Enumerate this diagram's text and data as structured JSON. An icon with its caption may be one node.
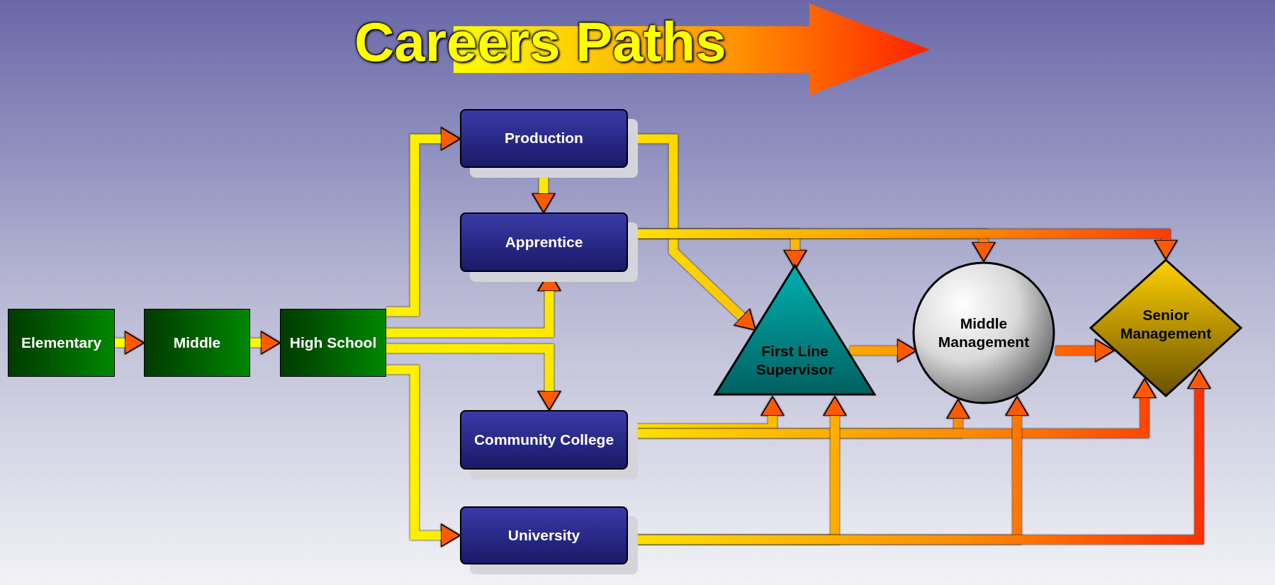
{
  "diagram": {
    "title": "Careers Paths",
    "nodes": [
      {
        "text": [
          "Elementary"
        ]
      },
      {
        "text": [
          "Middle"
        ]
      },
      {
        "text": [
          "High School"
        ]
      },
      {
        "text": [
          "Production"
        ]
      },
      {
        "text": [
          "Apprentice"
        ]
      },
      {
        "text": [
          "Community College"
        ]
      },
      {
        "text": [
          "University"
        ]
      },
      {
        "text": [
          "First Line Supervisor"
        ]
      },
      {
        "text": [
          "Middle Management"
        ]
      },
      {
        "text": [
          "Senior Management"
        ]
      }
    ],
    "edges": [
      {
        "from": 0,
        "to": 1,
        "arrow": "to"
      },
      {
        "from": 1,
        "to": 2,
        "arrow": "to"
      },
      {
        "from": 2,
        "to": 3,
        "arrow": "to"
      },
      {
        "from": 2,
        "to": 4,
        "arrow": "to"
      },
      {
        "from": 2,
        "to": 5,
        "arrow": "to"
      },
      {
        "from": 2,
        "to": 6,
        "arrow": "to"
      },
      {
        "from": 3,
        "to": 4,
        "arrow": "to"
      },
      {
        "from": 3,
        "to": 7,
        "arrow": "to"
      },
      {
        "from": 4,
        "to": 7,
        "arrow": "to"
      },
      {
        "from": 4,
        "to": 8,
        "arrow": "to"
      },
      {
        "from": 4,
        "to": 9,
        "arrow": "to"
      },
      {
        "from": 5,
        "to": 7,
        "arrow": "to"
      },
      {
        "from": 5,
        "to": 8,
        "arrow": "to"
      },
      {
        "from": 5,
        "to": 9,
        "arrow": "to"
      },
      {
        "from": 6,
        "to": 7,
        "arrow": "to"
      },
      {
        "from": 6,
        "to": 8,
        "arrow": "to"
      },
      {
        "from": 6,
        "to": 9,
        "arrow": "to"
      },
      {
        "from": 7,
        "to": 8,
        "arrow": "to"
      },
      {
        "from": 8,
        "to": 9,
        "arrow": "to"
      }
    ]
  }
}
